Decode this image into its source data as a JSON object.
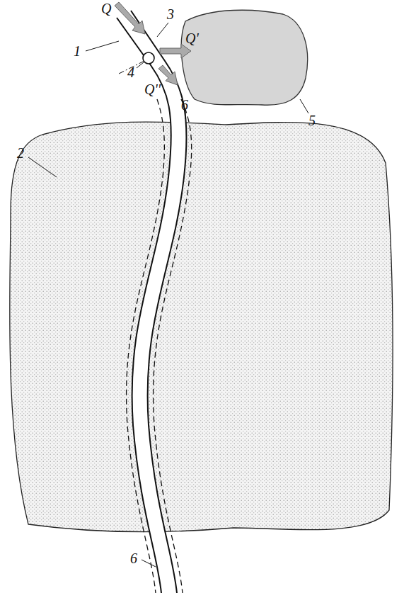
{
  "diagram": {
    "labels": [
      "Q",
      "3",
      "1",
      "Q'",
      "4",
      "Q''",
      "5",
      "6",
      "2",
      "6"
    ]
  }
}
